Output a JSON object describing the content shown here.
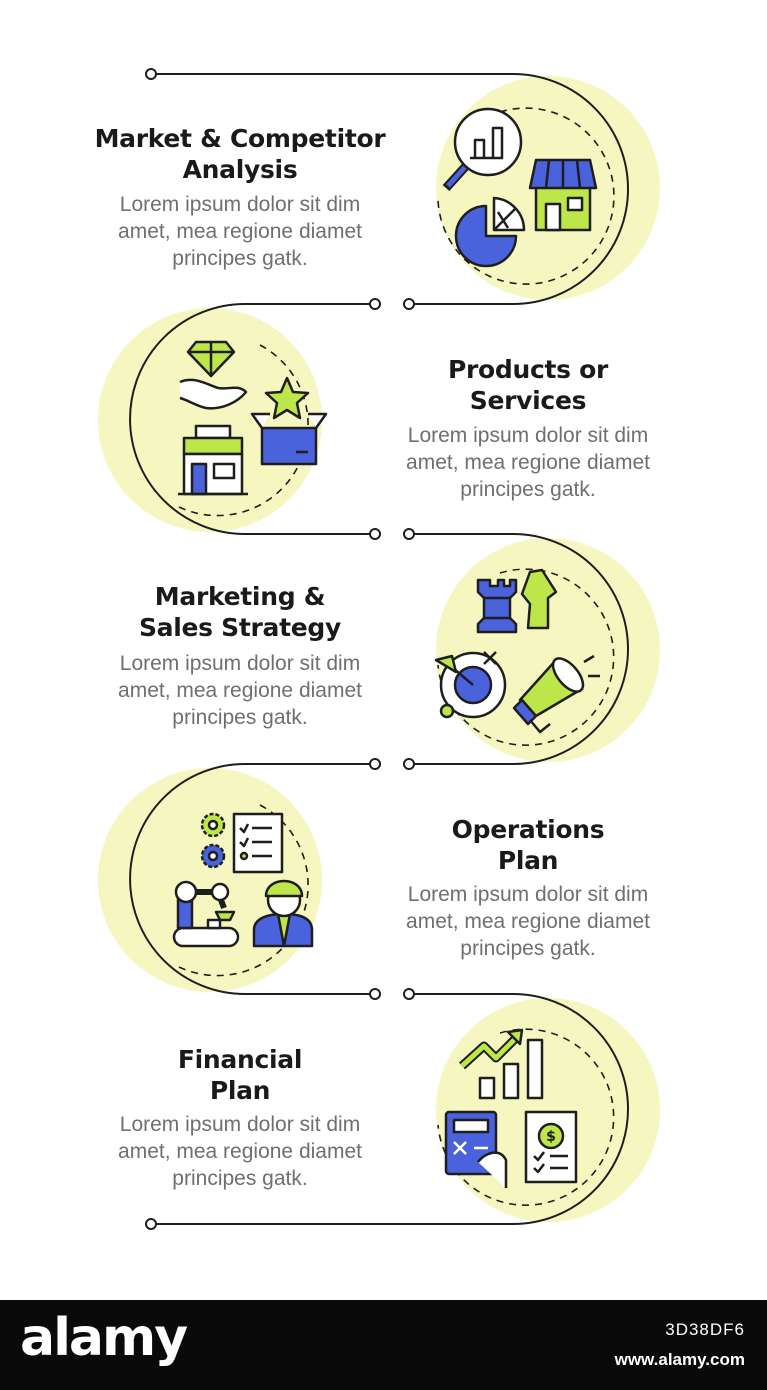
{
  "colors": {
    "accent_yellow": "#f6f6c1",
    "lime": "#bde64a",
    "blue": "#4a62db",
    "outline": "#1e1e1e"
  },
  "steps": [
    {
      "title_lines": [
        "Market & Competitor",
        "Analysis"
      ],
      "desc_lines": [
        "Lorem ipsum dolor sit dim",
        "amet, mea regione diamet",
        "principes gatk."
      ],
      "icons": [
        "magnifier-chart-icon",
        "store-icon",
        "pie-chart-icon"
      ]
    },
    {
      "title_lines": [
        "Products or",
        "Services"
      ],
      "desc_lines": [
        "Lorem ipsum dolor sit dim",
        "amet, mea regione diamet",
        "principes gatk."
      ],
      "icons": [
        "diamond-hand-icon",
        "star-box-icon",
        "shop-icon"
      ]
    },
    {
      "title_lines": [
        "Marketing &",
        "Sales Strategy"
      ],
      "desc_lines": [
        "Lorem ipsum dolor sit dim",
        "amet, mea regione diamet",
        "principes gatk."
      ],
      "icons": [
        "chess-pieces-icon",
        "target-arrow-icon",
        "megaphone-icon"
      ]
    },
    {
      "title_lines": [
        "Operations",
        "Plan"
      ],
      "desc_lines": [
        "Lorem ipsum dolor sit dim",
        "amet, mea regione diamet",
        "principes gatk."
      ],
      "icons": [
        "gears-checklist-icon",
        "robot-arm-icon",
        "worker-icon"
      ]
    },
    {
      "title_lines": [
        "Financial",
        "Plan"
      ],
      "desc_lines": [
        "Lorem ipsum dolor sit dim",
        "amet, mea regione diamet",
        "principes gatk."
      ],
      "icons": [
        "growth-chart-icon",
        "calculator-icon",
        "invoice-icon"
      ]
    }
  ],
  "footer": {
    "logo": "alamy",
    "image_id": "3D38DF6",
    "url": "www.alamy.com"
  }
}
